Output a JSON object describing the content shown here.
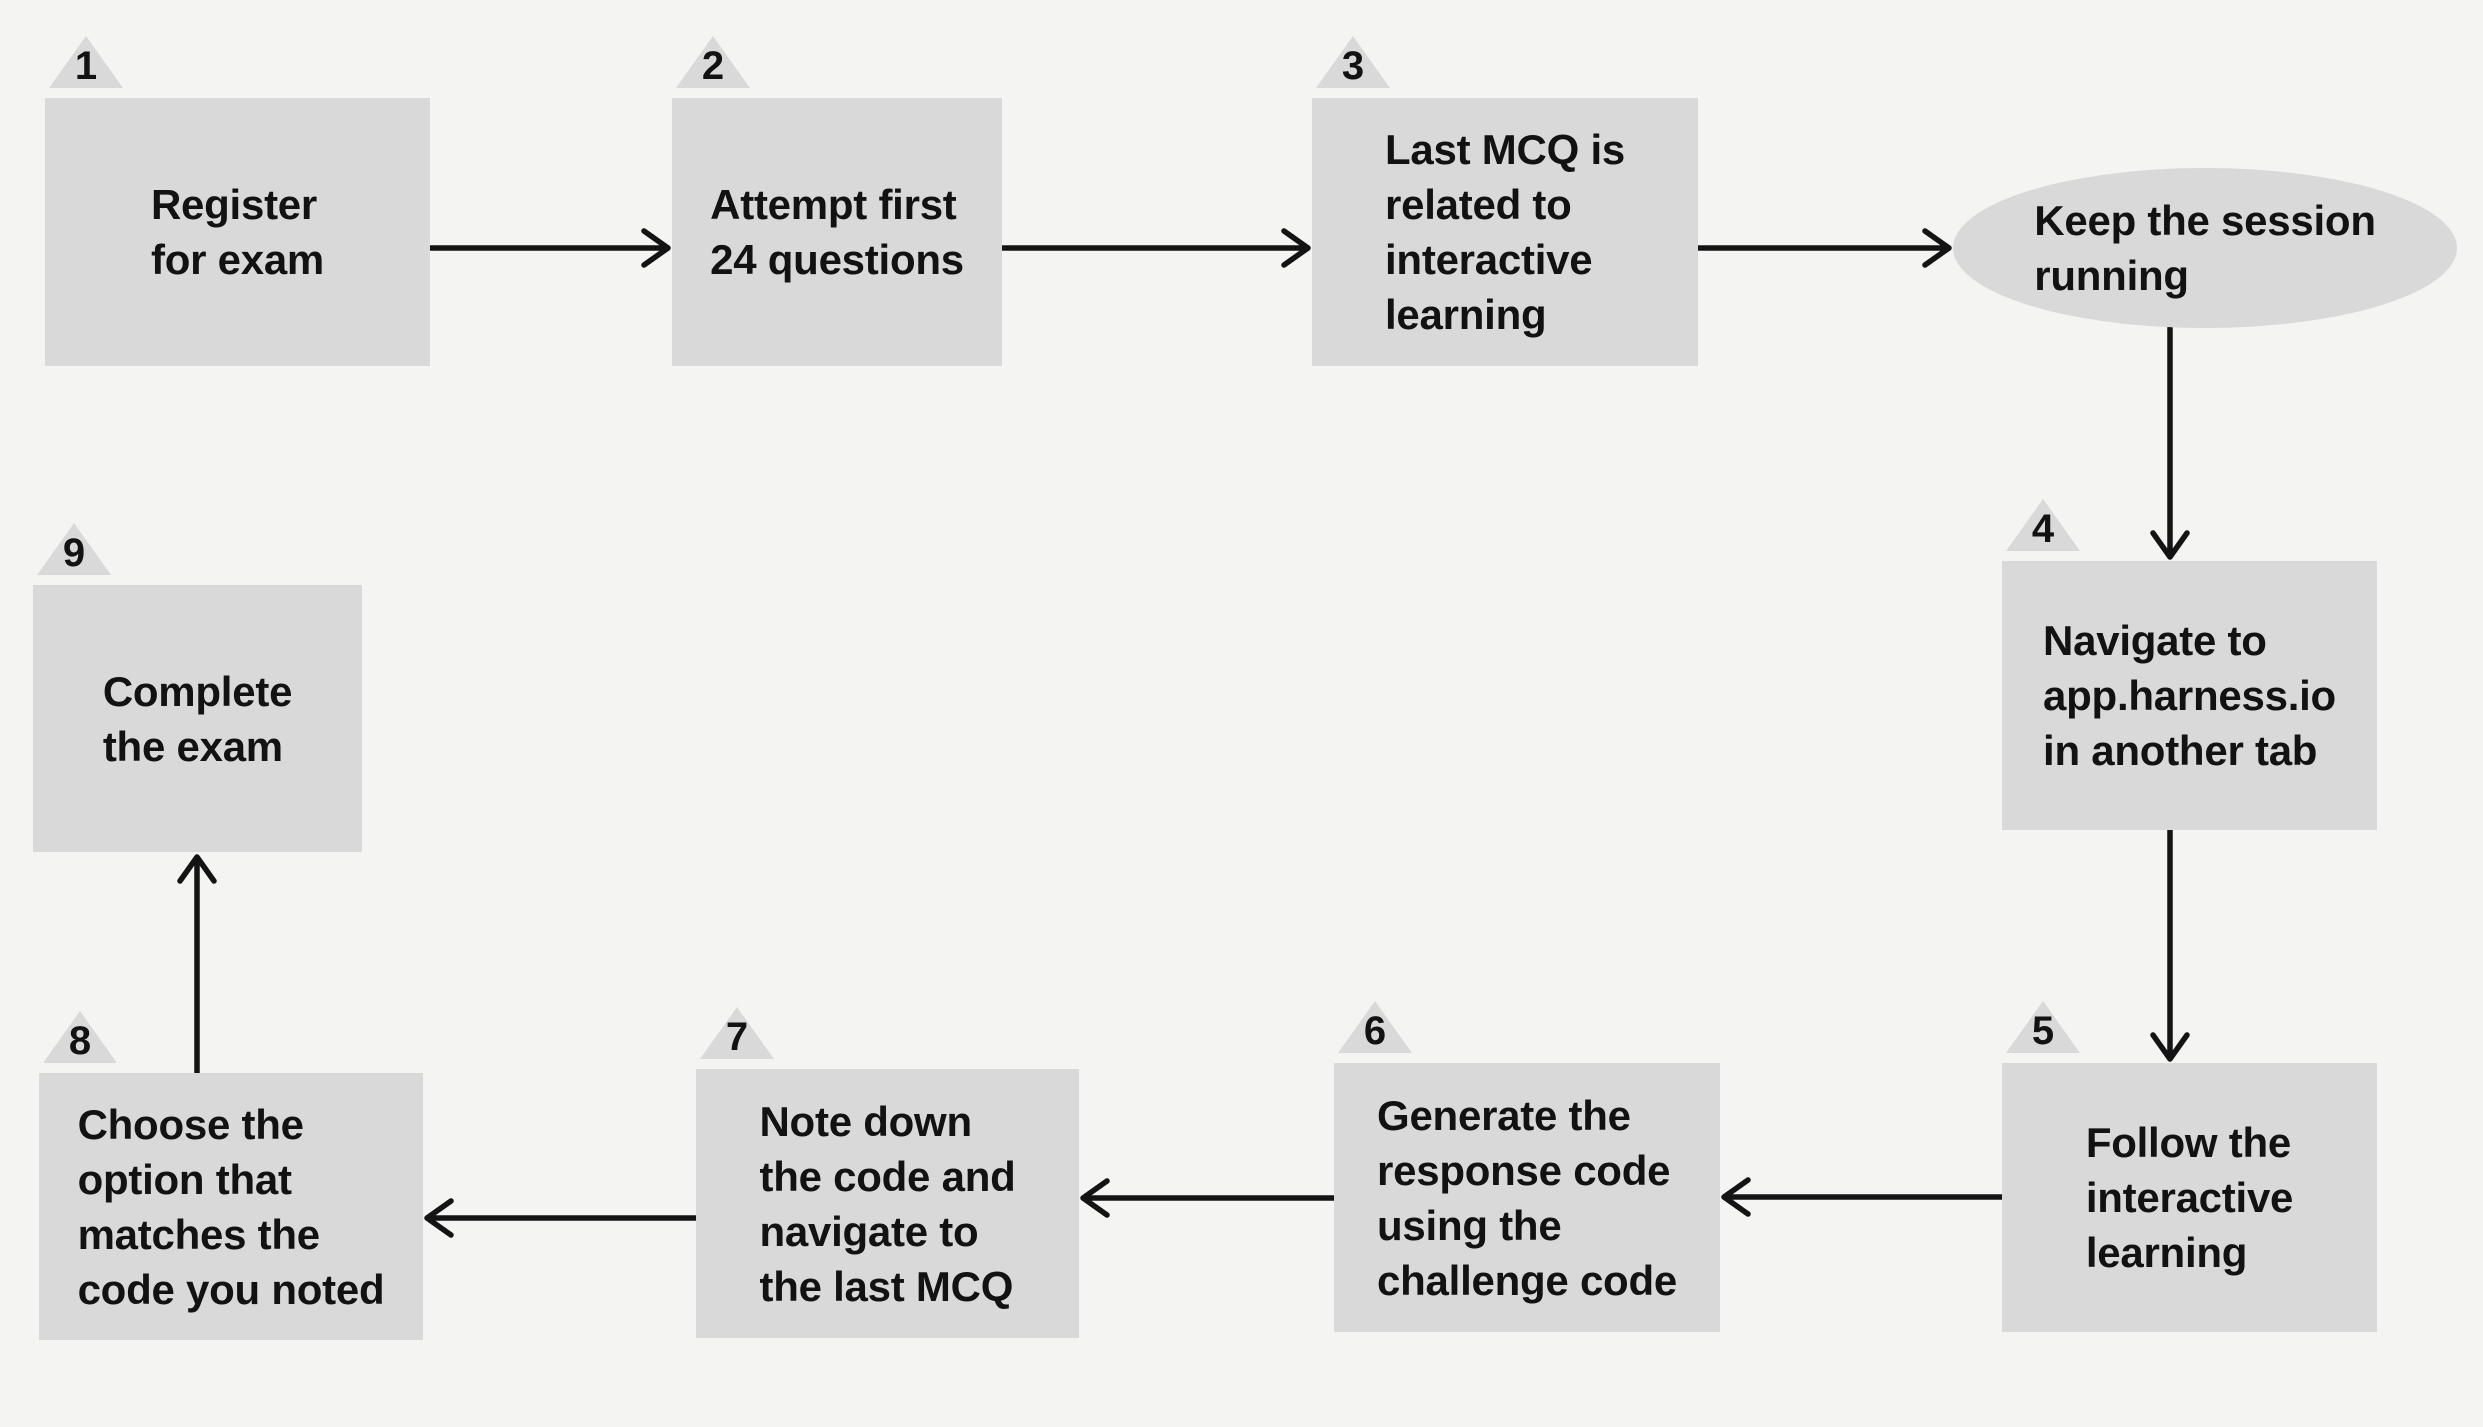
{
  "colors": {
    "background": "#f4f4f2",
    "node_fill": "#d9d9d9",
    "text": "#121212",
    "arrow": "#141414"
  },
  "nodes": {
    "step1": {
      "number": "1",
      "lines": [
        "Register",
        "for exam"
      ]
    },
    "step2": {
      "number": "2",
      "lines": [
        "Attempt first",
        "24 questions"
      ]
    },
    "step3": {
      "number": "3",
      "lines": [
        "Last MCQ is",
        "related to",
        "interactive",
        "learning"
      ]
    },
    "keep_session": {
      "lines": [
        "Keep the session",
        "running"
      ]
    },
    "step4": {
      "number": "4",
      "lines": [
        "Navigate to",
        "app.harness.io",
        "in another tab"
      ]
    },
    "step5": {
      "number": "5",
      "lines": [
        "Follow the",
        "interactive",
        "learning"
      ]
    },
    "step6": {
      "number": "6",
      "lines": [
        "Generate the",
        "response code",
        "using the",
        "challenge code"
      ]
    },
    "step7": {
      "number": "7",
      "lines": [
        "Note down",
        "the code and",
        "navigate to",
        "the last MCQ"
      ]
    },
    "step8": {
      "number": "8",
      "lines": [
        "Choose the",
        "option that",
        "matches the",
        "code you noted"
      ]
    },
    "step9": {
      "number": "9",
      "lines": [
        "Complete",
        "the exam"
      ]
    }
  },
  "edges": [
    {
      "from": "step1",
      "to": "step2"
    },
    {
      "from": "step2",
      "to": "step3"
    },
    {
      "from": "step3",
      "to": "keep_session"
    },
    {
      "from": "keep_session",
      "to": "step4"
    },
    {
      "from": "step4",
      "to": "step5"
    },
    {
      "from": "step5",
      "to": "step6"
    },
    {
      "from": "step6",
      "to": "step7"
    },
    {
      "from": "step7",
      "to": "step8"
    },
    {
      "from": "step8",
      "to": "step9"
    }
  ]
}
